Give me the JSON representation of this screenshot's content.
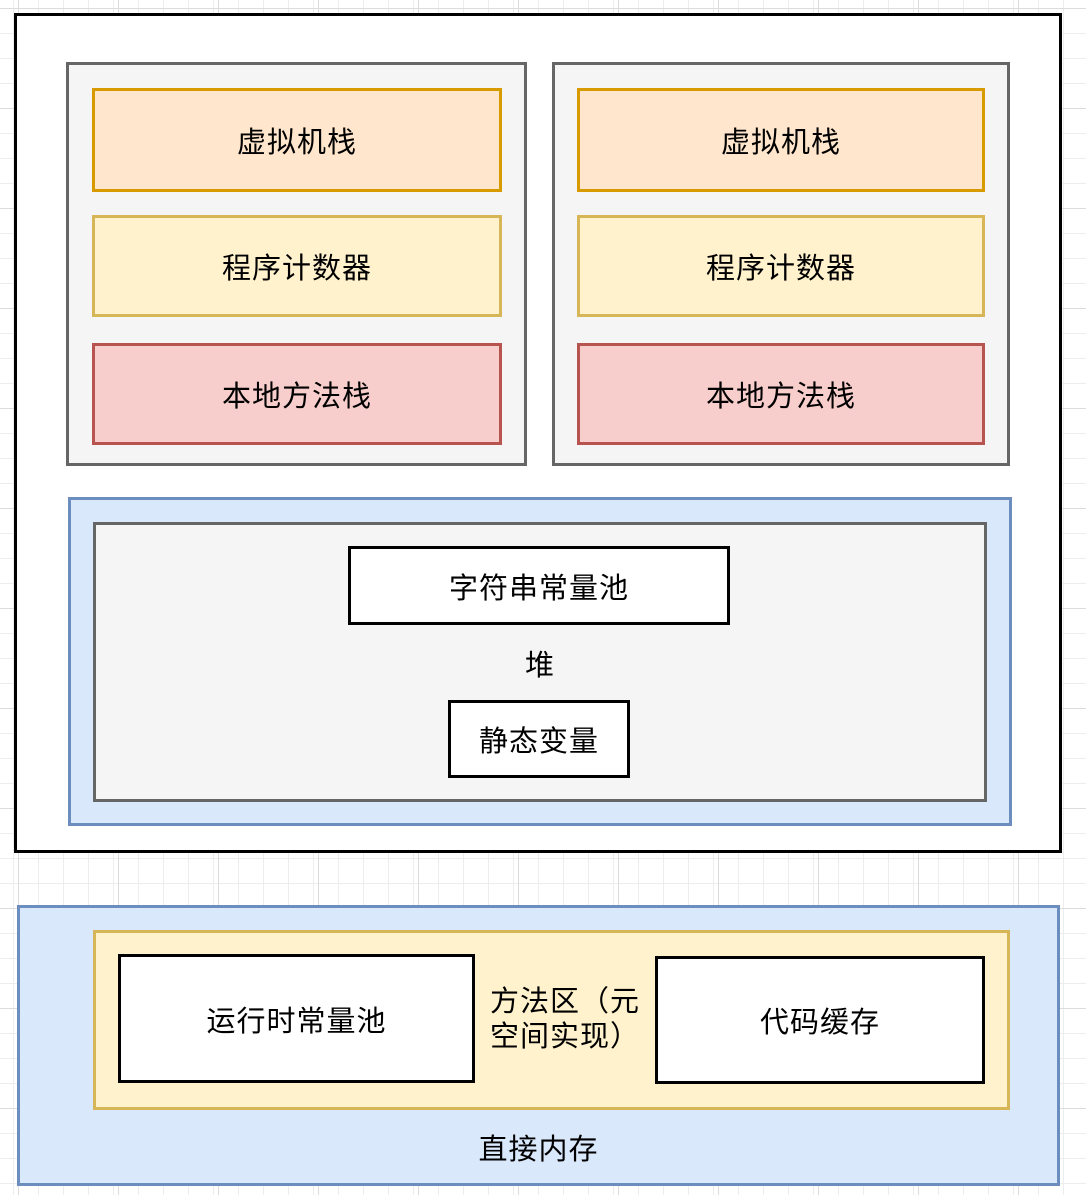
{
  "stacks": [
    {
      "items": [
        {
          "label": "虚拟机栈"
        },
        {
          "label": "程序计数器"
        },
        {
          "label": "本地方法栈"
        }
      ]
    },
    {
      "items": [
        {
          "label": "虚拟机栈"
        },
        {
          "label": "程序计数器"
        },
        {
          "label": "本地方法栈"
        }
      ]
    }
  ],
  "heap": {
    "string_pool": "字符串常量池",
    "label": "堆",
    "static_vars": "静态变量"
  },
  "method_area": {
    "runtime_pool": "运行时常量池",
    "label_line1": "方法区（元",
    "label_line2": "空间实现）",
    "code_cache": "代码缓存"
  },
  "direct_memory_label": "直接内存",
  "palette": {
    "orange_fill": "#ffe6cc",
    "orange_stroke": "#d79b00",
    "yellow_fill": "#fff2cc",
    "yellow_stroke": "#d6b656",
    "red_fill": "#f8cecc",
    "red_stroke": "#b85450",
    "blue_fill": "#dae8fc",
    "blue_stroke": "#6c8ebf",
    "gray_fill": "#f5f5f5",
    "gray_stroke": "#666666",
    "box_border": "#000000",
    "text": "#000000"
  }
}
